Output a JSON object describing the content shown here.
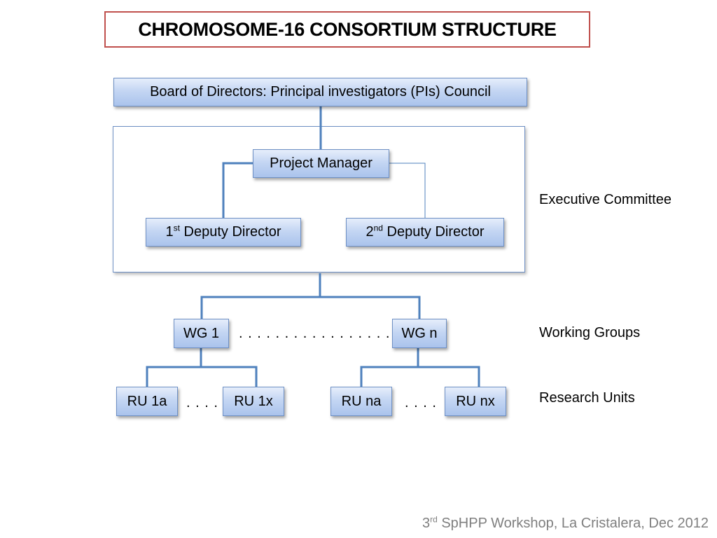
{
  "title": "CHROMOSOME-16 CONSORTIUM STRUCTURE",
  "board": "Board of Directors: Principal investigators (PIs) Council",
  "project_manager": "Project Manager",
  "deputy1": {
    "num": "1",
    "sup": "st",
    "text": " Deputy Director"
  },
  "deputy2": {
    "num": "2",
    "sup": "nd",
    "text": " Deputy Director"
  },
  "labels": {
    "executive": "Executive Committee",
    "working_groups": "Working Groups",
    "research_units": "Research Units"
  },
  "working_groups": {
    "first": "WG 1",
    "last": "WG n",
    "separator": ". . . . . . . . . . . . . . . . ."
  },
  "research_units": {
    "ru1a": "RU 1a",
    "ru1x": "RU 1x",
    "rUna": "RU na",
    "runx": "RU nx",
    "separator_left": ". . . .",
    "separator_right": ". . . ."
  },
  "footer": {
    "num": "3",
    "sup": "rd",
    "text": " SpHPP Workshop,  La Cristalera, Dec 2012"
  },
  "colors": {
    "title_border": "#c0504d",
    "node_border": "#6d8fc4",
    "connector": "#4f81bd"
  }
}
